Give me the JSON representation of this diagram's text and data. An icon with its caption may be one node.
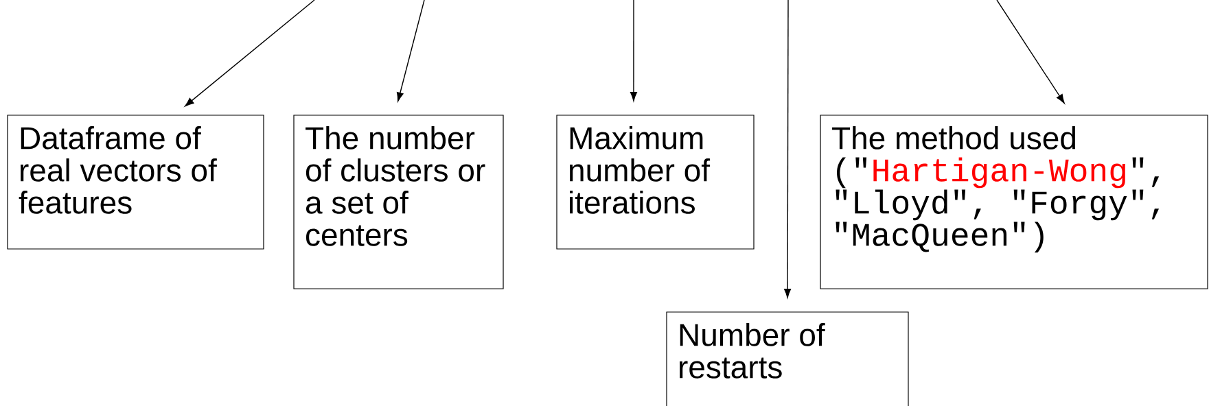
{
  "diagram": {
    "nodes": [
      {
        "text": [
          "Dataframe of real vectors of features"
        ]
      },
      {
        "text": [
          "The number of clusters or a set of centers"
        ]
      },
      {
        "text": [
          "Maximum number of iterations"
        ]
      },
      {
        "text": [
          "Number of restarts"
        ]
      },
      {
        "text": [
          "The method used",
          "(\"",
          "Hartigan-Wong",
          "\",",
          "\"Lloyd\", \"Forgy\",",
          "\"MacQueen\")"
        ]
      }
    ],
    "edges": [
      {
        "from": null,
        "to": 0,
        "arrow": "to"
      },
      {
        "from": null,
        "to": 1,
        "arrow": "to"
      },
      {
        "from": null,
        "to": 2,
        "arrow": "to"
      },
      {
        "from": null,
        "to": 3,
        "arrow": "to"
      },
      {
        "from": null,
        "to": 4,
        "arrow": "to"
      }
    ]
  }
}
